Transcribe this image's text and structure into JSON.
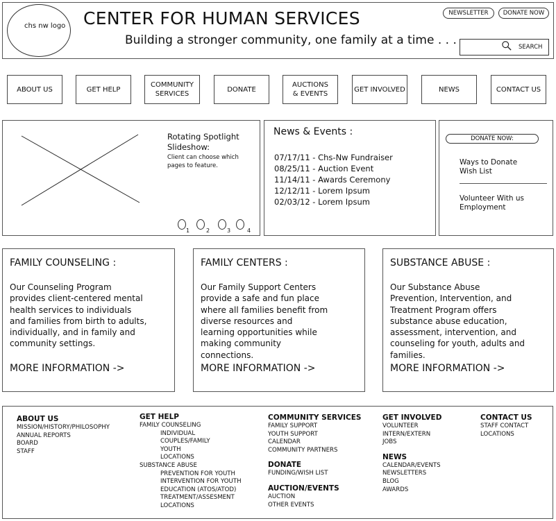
{
  "header": {
    "logo_text": "chs nw logo",
    "title": "CENTER FOR HUMAN SERVICES",
    "tagline": "Building a stronger community, one family at a time . . .",
    "newsletter_label": "NEWSLETTER",
    "donate_now_label": "DONATE NOW",
    "search_label": "SEARCH"
  },
  "nav": [
    "ABOUT US",
    "GET HELP",
    "COMMUNITY SERVICES",
    "DONATE",
    "AUCTIONS & EVENTS",
    "GET INVOLVED",
    "NEWS",
    "CONTACT US"
  ],
  "spotlight": {
    "title": "Rotating Spotlight Slideshow:",
    "note": "Client can choose which pages to feature.",
    "pages": [
      "1",
      "2",
      "3",
      "4"
    ]
  },
  "news": {
    "title": "News & Events :",
    "items": [
      "07/17/11 - Chs-Nw Fundraiser",
      "08/25/11 - Auction Event",
      "11/14/11 - Awards Ceremony",
      "12/12/11 - Lorem Ipsum",
      "02/03/12 - Lorem Ipsum"
    ]
  },
  "donate_panel": {
    "button": "DONATE NOW:",
    "link1": "Ways to Donate Wish List",
    "link2": "Volunteer With us Employment"
  },
  "cards": [
    {
      "title": "FAMILY COUNSELING :",
      "body": "Our Counseling Program provides client-centered mental health services to individuals and families from birth to adults, individually, and in family and community settings.",
      "more": "MORE INFORMATION ->"
    },
    {
      "title": "FAMILY CENTERS :",
      "body": "Our Family Support Centers provide a safe and fun place where all families benefit from diverse resources and learning opportunities while making community connections.",
      "more": "MORE INFORMATION ->"
    },
    {
      "title": "SUBSTANCE ABUSE :",
      "body": "Our Substance Abuse Prevention, Intervention, and Treatment Program offers substance abuse education, assessment, intervention, and counseling for youth, adults and families.",
      "more": "MORE INFORMATION ->"
    }
  ],
  "footer": {
    "about": {
      "h": "ABOUT US",
      "items": [
        "MISSION/HISTORY/PHILOSOPHY",
        "ANNUAL REPORTS",
        "BOARD",
        "STAFF"
      ]
    },
    "gethelp": {
      "h": "GET HELP",
      "items": [
        "FAMILY COUNSELING",
        "INDIVIDUAL",
        "COUPLES/FAMILY",
        "YOUTH",
        "LOCATIONS",
        "SUBSTANCE ABUSE",
        "PREVENTION FOR YOUTH",
        "INTERVENTION FOR YOUTH",
        "EDUCATION (ATOS/ATOD)",
        "TREATMENT/ASSESMENT",
        "LOCATIONS"
      ]
    },
    "community": {
      "h": "COMMUNITY SERVICES",
      "items": [
        "FAMILY SUPPORT",
        "YOUTH SUPPORT",
        "CALENDAR",
        "COMMUNITY PARTNERS"
      ]
    },
    "donate": {
      "h": "DONATE",
      "items": [
        "FUNDING/WISH LIST"
      ]
    },
    "auction": {
      "h": "AUCTION/EVENTS",
      "items": [
        "AUCTION",
        "OTHER EVENTS"
      ]
    },
    "involved": {
      "h": "GET INVOLVED",
      "items": [
        "VOLUNTEER",
        "INTERN/EXTERN",
        "JOBS"
      ]
    },
    "news": {
      "h": "NEWS",
      "items": [
        "CALENDAR/EVENTS",
        "NEWSLETTERS",
        "BLOG",
        "AWARDS"
      ]
    },
    "contact": {
      "h": "CONTACT US",
      "items": [
        "STAFF CONTACT",
        "LOCATIONS"
      ]
    }
  }
}
